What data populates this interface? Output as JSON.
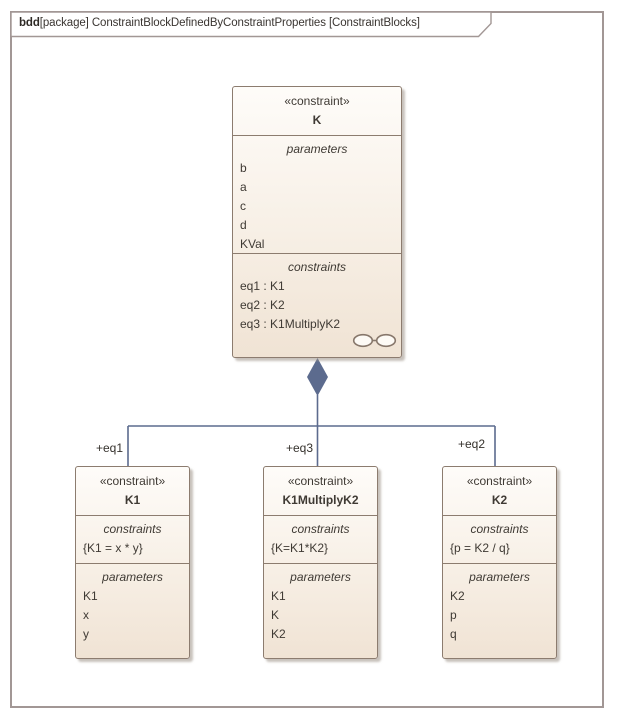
{
  "frame": {
    "keyword": "bdd",
    "title_rest": "[package] ConstraintBlockDefinedByConstraintProperties [ConstraintBlocks]"
  },
  "colors": {
    "block_border": "#8C7C6F",
    "block_fill_top": "#FEFCF9",
    "block_fill_bottom": "#F0E3D4",
    "connector": "#5C6B8E",
    "frame_border": "#A29795",
    "text": "#3F3A34"
  },
  "icons": {
    "k_bottom_right": "linked-circles-icon"
  },
  "blocks": {
    "k": {
      "stereotype": "«constraint»",
      "name": "K",
      "parameters_label": "parameters",
      "parameters": [
        "b",
        "a",
        "c",
        "d",
        "KVal"
      ],
      "constraints_label": "constraints",
      "constraints": [
        "eq1 : K1",
        "eq2 : K2",
        "eq3 : K1MultiplyK2"
      ]
    },
    "k1": {
      "stereotype": "«constraint»",
      "name": "K1",
      "constraints_label": "constraints",
      "constraints": [
        "{K1 = x * y}"
      ],
      "parameters_label": "parameters",
      "parameters": [
        "K1",
        "x",
        "y"
      ]
    },
    "k1multiplyk2": {
      "stereotype": "«constraint»",
      "name": "K1MultiplyK2",
      "constraints_label": "constraints",
      "constraints": [
        "{K=K1*K2}"
      ],
      "parameters_label": "parameters",
      "parameters": [
        "K1",
        "K",
        "K2"
      ]
    },
    "k2": {
      "stereotype": "«constraint»",
      "name": "K2",
      "constraints_label": "constraints",
      "constraints": [
        "{p = K2 / q}"
      ],
      "parameters_label": "parameters",
      "parameters": [
        "K2",
        "p",
        "q"
      ]
    }
  },
  "connectors": {
    "labels": [
      "+eq1",
      "+eq3",
      "+eq2"
    ]
  }
}
